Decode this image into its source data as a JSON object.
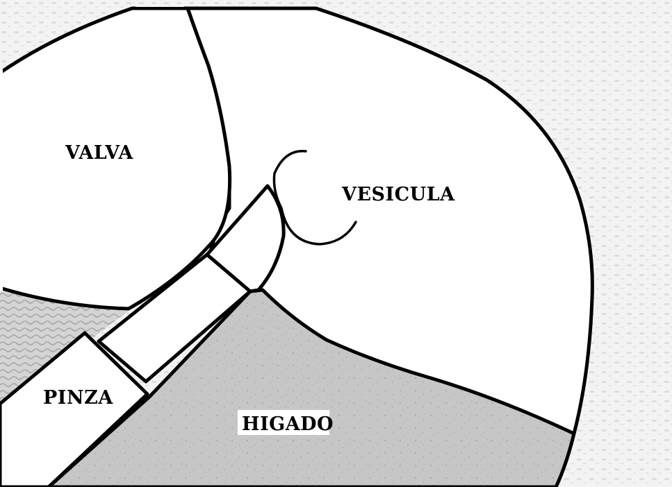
{
  "labels": {
    "valva": "VALVA",
    "vesicula": "VESICULA",
    "pinza": "PINZA",
    "higado": "HIGADO"
  },
  "colors": {
    "background": "#f3f3f3",
    "background_texture": "#dedede",
    "outline": "#000000",
    "organ_fill": "#ffffff",
    "liver_fill": "#c6c6c6",
    "liver_speckle": "#9a9a9a",
    "tissue_shade": "#a8a8a8",
    "label_bg": "#ffffff"
  }
}
